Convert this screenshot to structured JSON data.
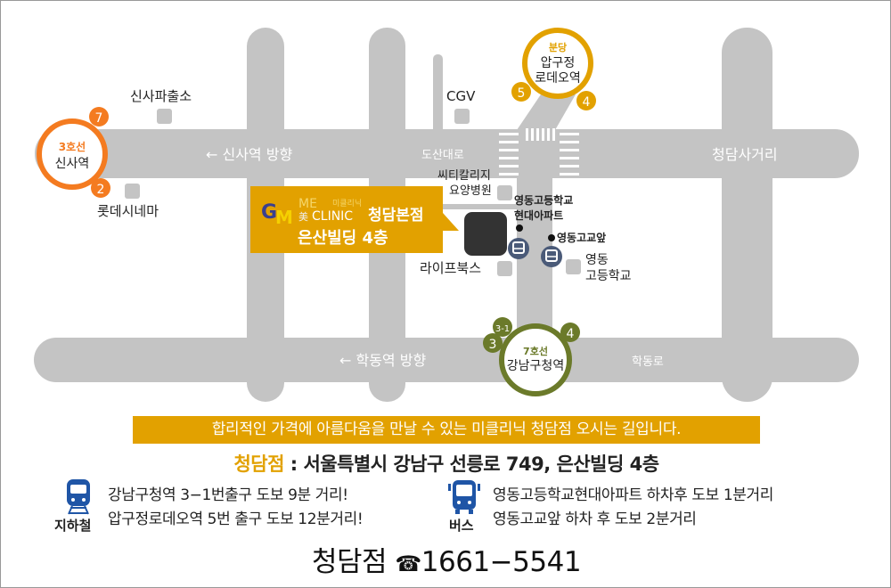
{
  "map": {
    "stations": {
      "sinsa": {
        "line": "3호선",
        "name": "신사역",
        "exits": [
          "7",
          "2"
        ],
        "color": "#f47b20"
      },
      "apgujeong": {
        "line": "분당",
        "name_line1": "압구정",
        "name_line2": "로데오역",
        "exits": [
          "5",
          "4"
        ],
        "color": "#e2a100"
      },
      "gangnamgu": {
        "line": "7호선",
        "name": "강남구청역",
        "exits": [
          "3-1",
          "3",
          "4"
        ],
        "color": "#6b7a2a"
      }
    },
    "roads": {
      "sinsa_dir": "← 신사역 방향",
      "dosan": "도산대로",
      "cheongdam": "청담사거리",
      "hakdong_dir": "← 학동역 방향",
      "hakdong_ro": "학동로"
    },
    "landmarks": {
      "police": "신사파출소",
      "cgv": "CGV",
      "lotte": "롯데시네마",
      "hospital_l1": "씨티칼리지",
      "hospital_l2": "요양병원",
      "lifebooks": "라이프북스",
      "school_l1": "영동",
      "school_l2": "고등학교"
    },
    "bus_stops": {
      "apt_l1": "영동고등학교",
      "apt_l2": "현대아파트",
      "school_front": "영동고교앞"
    },
    "callout": {
      "logo_me": "ME",
      "logo_kor": "미클리닉",
      "logo_clinic": "CLINIC",
      "logo_mi": "美",
      "branch": "청담본점",
      "building": "은산빌딩 4층"
    }
  },
  "info": {
    "banner": "합리적인 가격에 아름다움을 만날 수 있는 미클리닉 청담점 오시는 길입니다.",
    "branch_label": "청담점",
    "address": " : 서울특별시 강남구 선릉로 749, 은산빌딩 4층",
    "subway": {
      "label": "지하철",
      "lines": [
        "강남구청역 3−1번출구 도보 9분 거리!",
        "압구정로데오역 5번 출구 도보 12분거리!"
      ]
    },
    "bus": {
      "label": "버스",
      "lines": [
        "영동고등학교현대아파트 하차후 도보 1분거리",
        "영동고교앞 하차 후 도보 2분거리"
      ]
    },
    "phone_label": "청담점",
    "phone_icon": "☎",
    "phone": "1661−5541"
  },
  "colors": {
    "accent": "#e2a100",
    "road": "#c4c4c4",
    "transit_blue": "#1f55a6",
    "bus_dark": "#4a5a78"
  }
}
